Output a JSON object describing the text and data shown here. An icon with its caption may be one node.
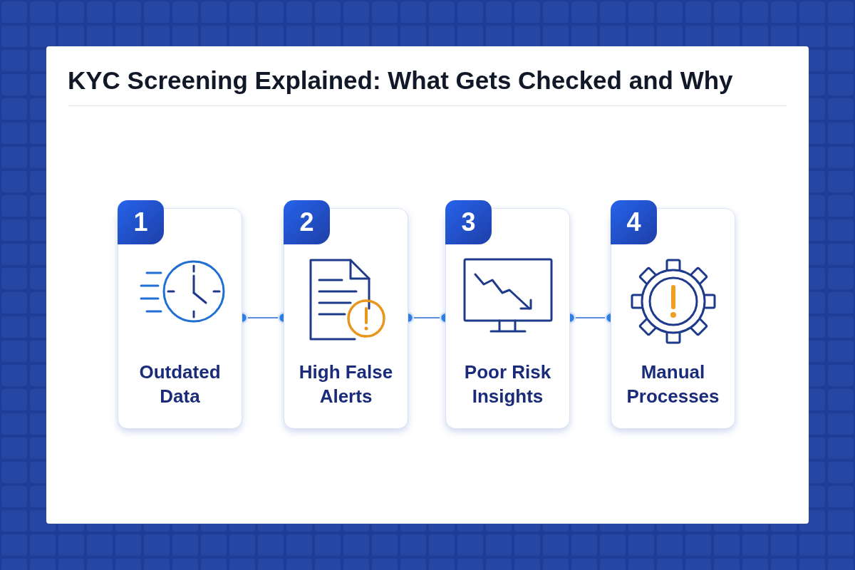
{
  "diagram": {
    "title": "KYC Screening Explained: What Gets Checked and Why",
    "nodes": [
      {
        "text": [
          "1",
          "Outdated Data"
        ]
      },
      {
        "text": [
          "2",
          "High False Alerts"
        ]
      },
      {
        "text": [
          "3",
          "Poor Risk Insights"
        ]
      },
      {
        "text": [
          "4",
          "Manual Processes"
        ]
      }
    ],
    "edges": [
      {
        "from": 0,
        "to": 1,
        "arrow": "other"
      },
      {
        "from": 1,
        "to": 2,
        "arrow": "other"
      },
      {
        "from": 2,
        "to": 3,
        "arrow": "other"
      }
    ]
  }
}
